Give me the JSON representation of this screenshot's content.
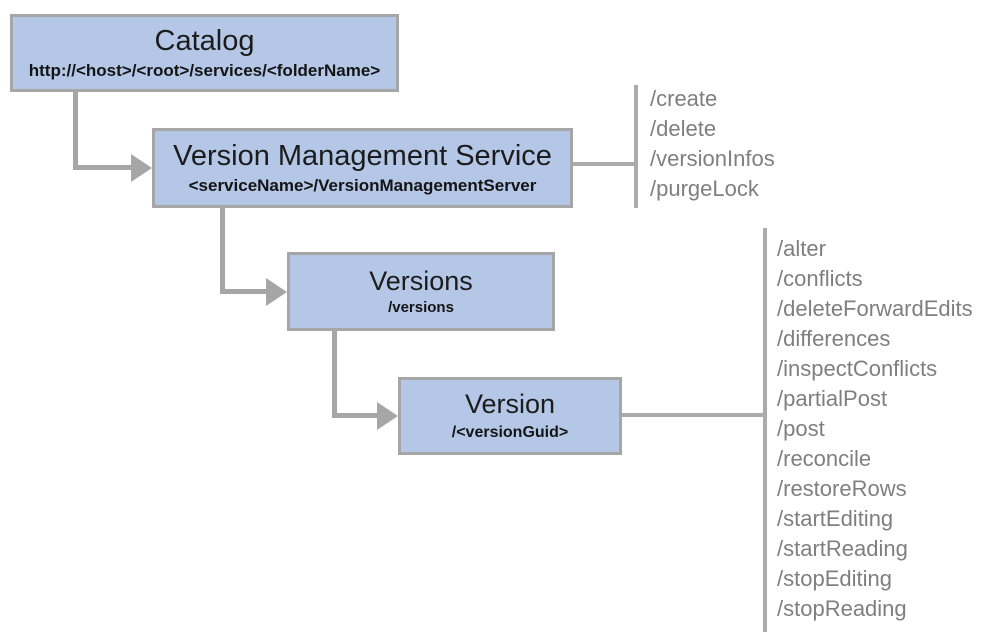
{
  "nodes": [
    {
      "title": "Catalog",
      "subtitle": "http://<host>/<root>/services/<folderName>"
    },
    {
      "title": "Version Management Service",
      "subtitle": "<serviceName>/VersionManagementServer",
      "ops": [
        "/create",
        "/delete",
        "/versionInfos",
        "/purgeLock"
      ]
    },
    {
      "title": "Versions",
      "subtitle": "/versions"
    },
    {
      "title": "Version",
      "subtitle": "/<versionGuid>",
      "ops": [
        "/alter",
        "/conflicts",
        "/deleteForwardEdits",
        "/differences",
        "/inspectConflicts",
        "/partialPost",
        "/post",
        "/reconcile",
        "/restoreRows",
        "/startEditing",
        "/startReading",
        "/stopEditing",
        "/stopReading"
      ]
    }
  ],
  "colors": {
    "node_fill": "#b4c7e7",
    "node_border": "#a6a6a6",
    "connector": "#a6a6a6",
    "ops_text": "#7f7f7f",
    "title_text": "#1c1c1c"
  }
}
